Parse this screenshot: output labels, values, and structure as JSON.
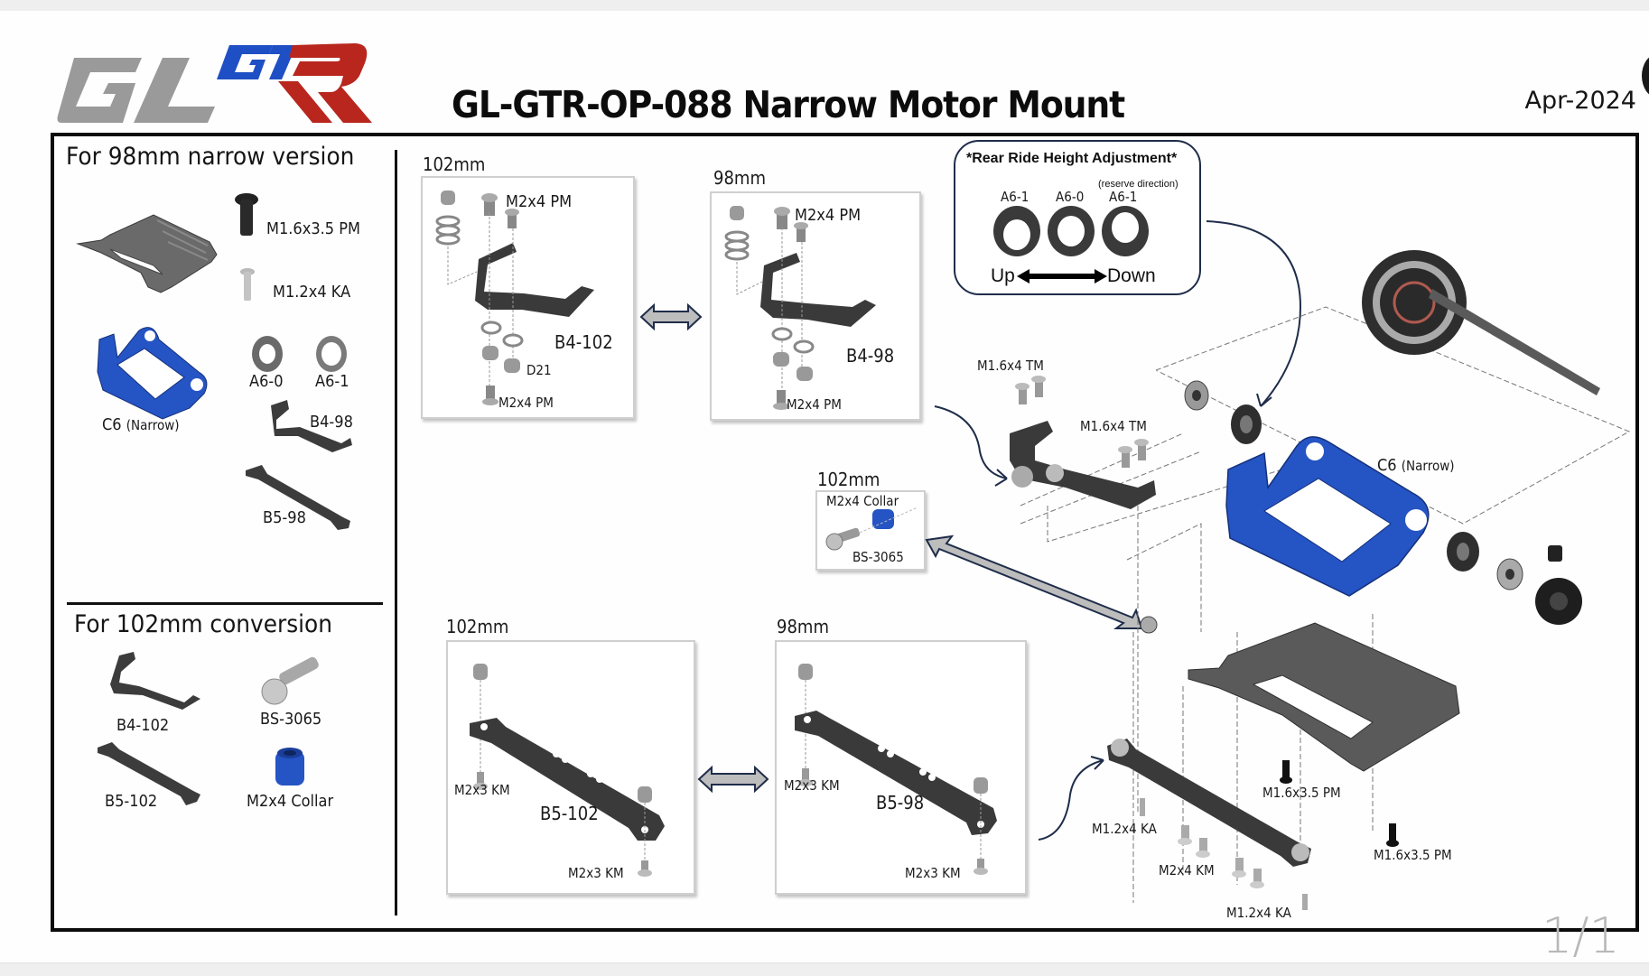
{
  "document": {
    "brand_logo": {
      "part1": "GL",
      "part2": "GT",
      "part3": "R"
    },
    "title": "GL-GTR-OP-088 Narrow Motor Mount",
    "date": "Apr-2024",
    "page_indicator": "1/1",
    "colors": {
      "logo_gray": "#9a9a9a",
      "logo_blue": "#1f4fc4",
      "logo_red": "#b8261e",
      "part_blue": "#2554c4",
      "part_dark": "#3c3c3c",
      "frame": "#0b0b0b"
    }
  },
  "left_panel": {
    "section_98": {
      "title": "For 98mm narrow version",
      "parts": [
        {
          "id": "chassis-plate",
          "label": ""
        },
        {
          "id": "screw-pm",
          "label": "M1.6x3.5 PM"
        },
        {
          "id": "screw-ka",
          "label": "M1.2x4 KA"
        },
        {
          "id": "c6",
          "label": "C6",
          "sublabel": "(Narrow)"
        },
        {
          "id": "a6-0",
          "label": "A6-0"
        },
        {
          "id": "a6-1",
          "label": "A6-1"
        },
        {
          "id": "b4-98",
          "label": "B4-98"
        },
        {
          "id": "b5-98",
          "label": "B5-98"
        }
      ]
    },
    "section_102": {
      "title": "For 102mm conversion",
      "parts": [
        {
          "id": "b4-102",
          "label": "B4-102"
        },
        {
          "id": "bs-3065",
          "label": "BS-3065"
        },
        {
          "id": "b5-102",
          "label": "B5-102"
        },
        {
          "id": "collar",
          "label": "M2x4 Collar"
        }
      ]
    }
  },
  "main": {
    "b4_compare": {
      "left": {
        "heading": "102mm",
        "part": "B4-102",
        "screw_top": "M2x4 PM",
        "spacer": "D21",
        "screw_bottom": "M2x4 PM"
      },
      "right": {
        "heading": "98mm",
        "part": "B4-98",
        "screw_top": "M2x4 PM",
        "screw_bottom": "M2x4 PM"
      }
    },
    "b5_compare": {
      "left": {
        "heading": "102mm",
        "part": "B5-102",
        "screw_a": "M2x3 KM",
        "screw_b": "M2x3 KM"
      },
      "right": {
        "heading": "98mm",
        "part": "B5-98",
        "screw_a": "M2x3 KM",
        "screw_b": "M2x3 KM"
      }
    },
    "ride_height": {
      "title": "*Rear Ride Height Adjustment*",
      "note": "(reserve direction)",
      "spacers": [
        "A6-1",
        "A6-0",
        "A6-1"
      ],
      "up": "Up",
      "down": "Down"
    },
    "collar_inset": {
      "heading": "102mm",
      "collar": "M2x4 Collar",
      "screw": "BS-3065"
    },
    "assembly": {
      "tm_screw_1": "M1.6x4 TM",
      "tm_screw_2": "M1.6x4 TM",
      "c6_label": "C6",
      "c6_sublabel": "(Narrow)",
      "pm_screw_1": "M1.6x3.5 PM",
      "pm_screw_2": "M1.6x3.5 PM",
      "ka_screw_1": "M1.2x4 KA",
      "ka_screw_2": "M1.2x4 KA",
      "km_screw": "M2x4 KM"
    }
  }
}
